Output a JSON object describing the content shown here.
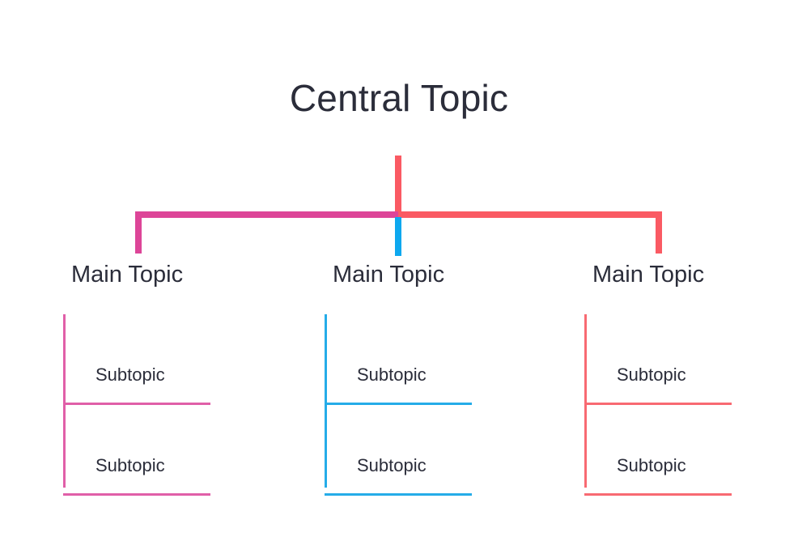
{
  "diagram": {
    "type": "mind-map",
    "title": "Central Topic",
    "background": "#FFFFFF",
    "text_color": "#2B2D3A",
    "branches": [
      {
        "label": "Main Topic",
        "color": "#DD4598",
        "spine_color": "#E05FA8",
        "subtopics": [
          "Subtopic",
          "Subtopic"
        ]
      },
      {
        "label": "Main Topic",
        "color": "#0DA8EF",
        "spine_color": "#25ACE8",
        "subtopics": [
          "Subtopic",
          "Subtopic"
        ]
      },
      {
        "label": "Main Topic",
        "color": "#FA5A63",
        "spine_color": "#F86A72",
        "subtopics": [
          "Subtopic",
          "Subtopic"
        ]
      }
    ],
    "connectors": {
      "center_stem_color": "#FA5A63",
      "bus_left_color": "#DD4598",
      "bus_right_color": "#FA5A63",
      "drop_left_color": "#DD4598",
      "drop_center_color": "#0DA8EF",
      "drop_right_color": "#FA5A63"
    }
  }
}
